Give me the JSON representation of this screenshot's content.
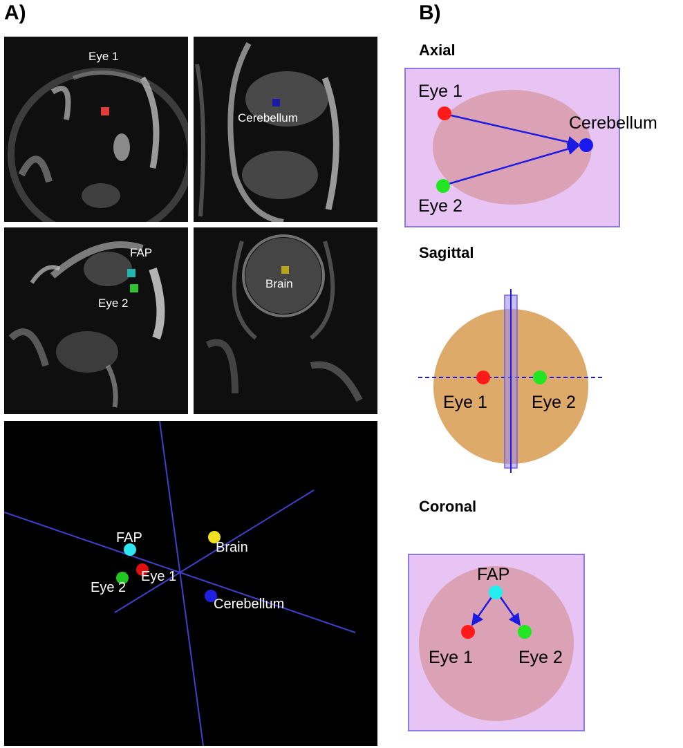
{
  "panel_a": {
    "label": "A)",
    "slices": [
      {
        "marker_label": "Eye 1",
        "marker_color": "#e23b3b"
      },
      {
        "marker_label": "Cerebellum",
        "marker_color": "#1a1aa8"
      },
      {
        "marker_labels": [
          "FAP",
          "Eye 2"
        ],
        "marker_colors": [
          "#22b3b3",
          "#33c233"
        ]
      },
      {
        "marker_label": "Brain",
        "marker_color": "#b8a619"
      }
    ],
    "render_3d": {
      "labels": {
        "fap": "FAP",
        "brain": "Brain",
        "eye1": "Eye 1",
        "eye2": "Eye 2",
        "cerebellum": "Cerebellum"
      },
      "colors": {
        "fap": "#2ee6f0",
        "brain": "#f0e020",
        "eye1": "#e01010",
        "eye2": "#22c822",
        "cerebellum": "#2020e0",
        "axes": "#4040d0"
      }
    }
  },
  "panel_b": {
    "label": "B)",
    "axial": {
      "title": "Axial",
      "eye1": "Eye 1",
      "eye2": "Eye 2",
      "cerebellum": "Cerebellum"
    },
    "sagittal": {
      "title": "Sagittal",
      "eye1": "Eye 1",
      "eye2": "Eye 2"
    },
    "coronal": {
      "title": "Coronal",
      "fap": "FAP",
      "eye1": "Eye 1",
      "eye2": "Eye 2"
    },
    "colors": {
      "plane_fill": "#e8c4f4",
      "plane_border": "#8a7ae8",
      "head_fill": "#dba1b5",
      "sagittal_head": "#ddaa6a",
      "arrow": "#1a1ae0",
      "eye1": "#ff1a1a",
      "eye2": "#22e622",
      "cerebellum": "#1a1aee",
      "fap": "#22eeee"
    }
  }
}
